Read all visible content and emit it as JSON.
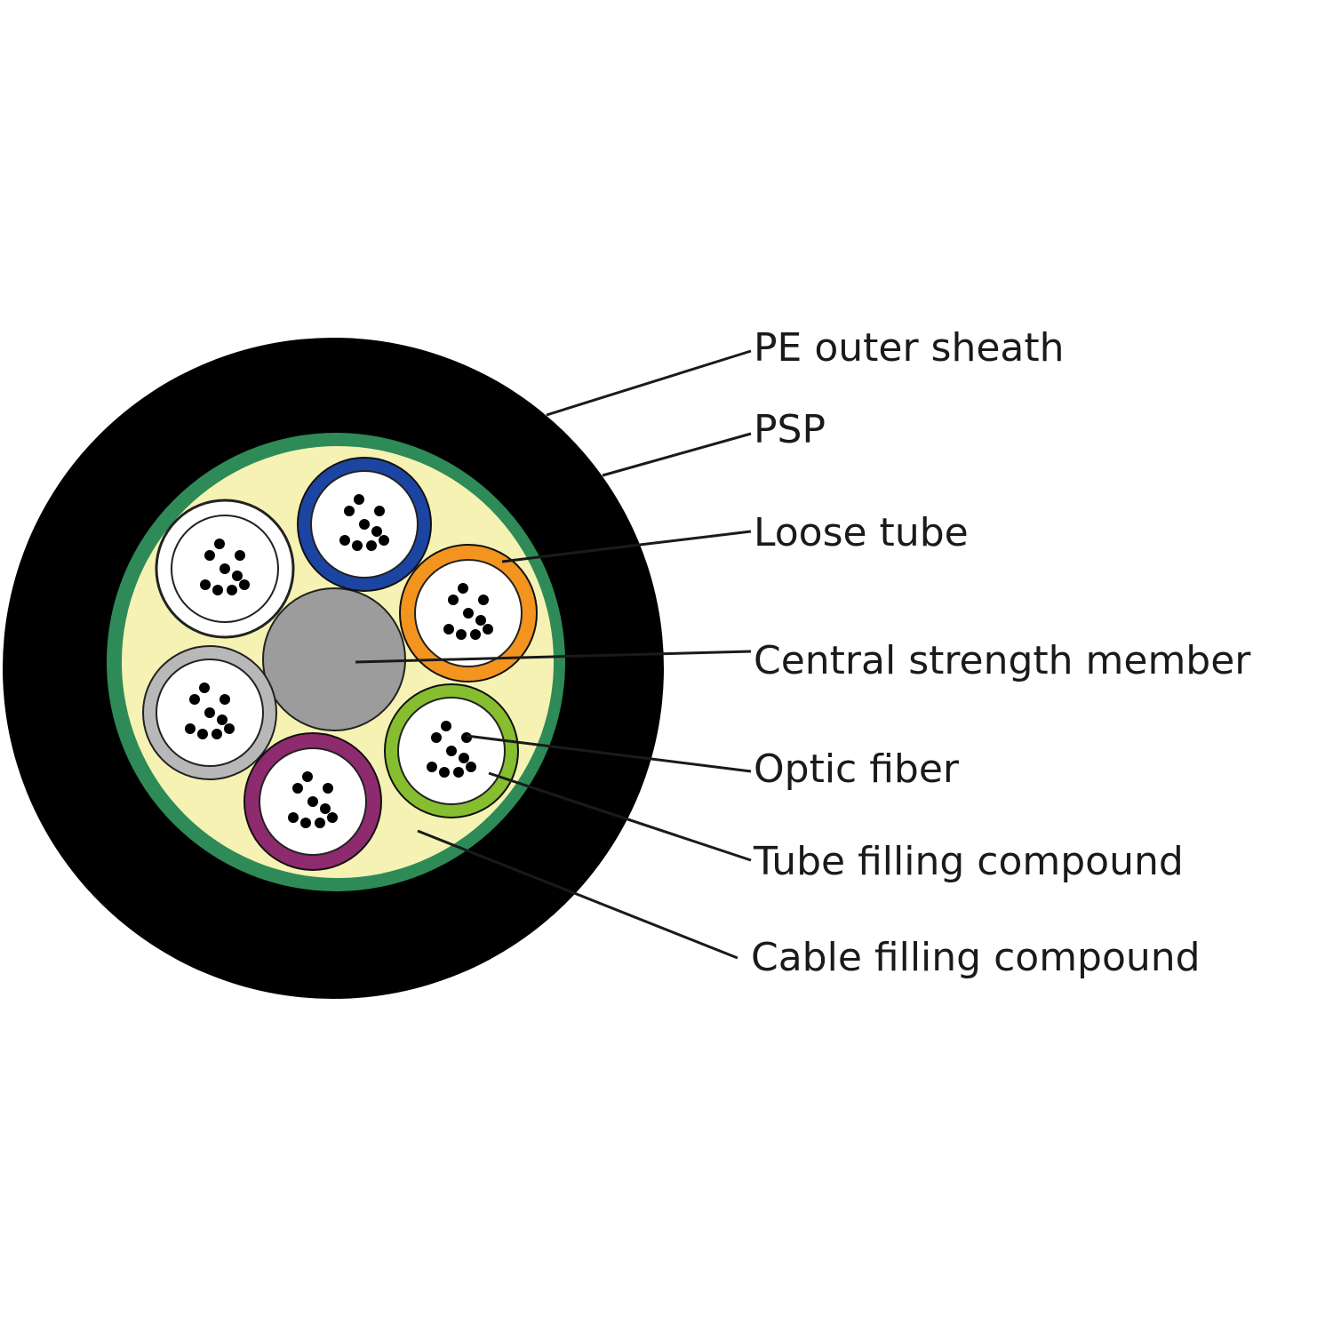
{
  "labels": {
    "pe_outer_sheath": "PE outer sheath",
    "psp": "PSP",
    "loose_tube": "Loose tube",
    "central_strength_member": "Central strength member",
    "optic_fiber": "Optic fiber",
    "tube_filling_compound": "Tube filling compound",
    "cable_filling_compound": "Cable filling compound"
  },
  "colors": {
    "sheath": "#000000",
    "psp": "#2e8b57",
    "filling": "#f6f2b4",
    "central_member": "#9c9c9c",
    "tube_blue": "#1c45a3",
    "tube_orange": "#f3941f",
    "tube_green": "#86be30",
    "tube_purple": "#8e2a6e",
    "tube_gray": "#b8b8b8",
    "tube_white": "#ffffff",
    "fiber": "#000000"
  }
}
